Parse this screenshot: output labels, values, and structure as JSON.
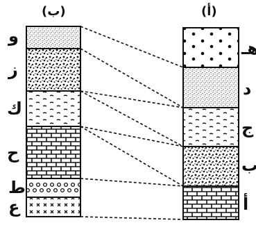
{
  "columns": {
    "left": {
      "title": "(ب)",
      "layers": [
        {
          "letter": "و",
          "pattern": "fine-dots"
        },
        {
          "letter": "ز",
          "pattern": "coarse-gravel"
        },
        {
          "letter": "ك",
          "pattern": "dashes"
        },
        {
          "letter": "ح",
          "pattern": "bricks"
        },
        {
          "letter": "ط",
          "pattern": "circles"
        },
        {
          "letter": "ع",
          "pattern": "crosses"
        }
      ]
    },
    "right": {
      "title": "(أ)",
      "layers": [
        {
          "letter": "هـ",
          "pattern": "big-dots"
        },
        {
          "letter": "د",
          "pattern": "fine-dots"
        },
        {
          "letter": "ج",
          "pattern": "dashes"
        },
        {
          "letter": "ب",
          "pattern": "coarse-gravel"
        },
        {
          "letter": "أ",
          "pattern": "bricks"
        }
      ]
    }
  }
}
